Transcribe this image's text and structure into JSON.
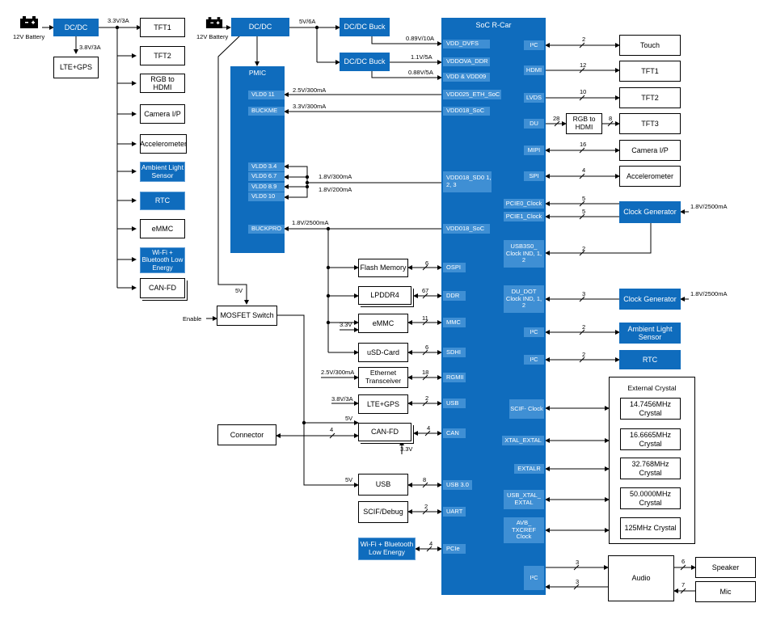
{
  "left": {
    "battery": "12V Battery",
    "dcdc": "DC/DC",
    "rail_main": "3.3V/3A",
    "rail_lte": "3.8V/3A",
    "lte_gps": "LTE+GPS",
    "peripherals": [
      "TFT1",
      "TFT2",
      "RGB to HDMI",
      "Camera I/P",
      "Accelerometer",
      "Ambient Light Sensor",
      "RTC",
      "eMMC",
      "Wi-Fi + Bluetooth Low Energy",
      "CAN-FD"
    ]
  },
  "main": {
    "battery": "12V Battery",
    "dcdc": "DC/DC",
    "rail_5v6a": "5V/6A",
    "buck1": "DC/DC Buck",
    "buck2": "DC/DC Buck",
    "pmic": {
      "title": "PMIC",
      "vldo11": "VLD0 11",
      "buckme": "BUCKME",
      "vldo34": "VLD0 3.4",
      "vldo67": "VLD0 6.7",
      "vldo89": "VLD0 8.9",
      "vldo10": "VLD0 10",
      "buckpro": "BUCKPRO"
    },
    "mosfet": "MOSFET Switch",
    "enable": "Enable",
    "v5": "5V",
    "connector": "Connector",
    "rails": {
      "r089": "0.89V/10A",
      "r11": "1.1V/5A",
      "r088": "0.88V/5A",
      "r25": "2.5V/300mA",
      "r33": "3.3V/300mA",
      "r18_300": "1.8V/300mA",
      "r18_200": "1.8V/200mA",
      "r18_2500": "1.8V/2500mA",
      "eth_rail": "2.5V/300mA",
      "lte_rail": "3.8V/3A",
      "emmc_rail": "3.3V",
      "can_5v": "5V",
      "can_33v": "3.3V",
      "usb_5v": "5V"
    },
    "devices": {
      "flash": "Flash Memory",
      "lpddr4": "LPDDR4",
      "emmc": "eMMC",
      "usd": "uSD-Card",
      "eth": "Ethernet Transceiver",
      "lte": "LTE+GPS",
      "canfd": "CAN-FD",
      "usb": "USB",
      "scif": "SCIF/Debug",
      "wifi": "Wi-Fi + Bluetooth Low Energy"
    },
    "widths": {
      "flash": "6",
      "lpddr4": "67",
      "emmc": "11",
      "usd": "6",
      "eth": "18",
      "lte": "2",
      "can": "4",
      "can_conn": "4",
      "usb": "8",
      "scif": "2",
      "wifi": "4"
    }
  },
  "soc": {
    "title": "SoC R-Car",
    "left_pins": {
      "vdd_dvfs": "VDD_DVFS",
      "vddova_ddr": "VDDOVA_DDR",
      "vdd_vdd09": "VDD & VDD09",
      "vdd025": "VDD025_ETH_SoC",
      "vdd018_1": "VDD018_SoC",
      "vdd018_sd0": "VDD018_SD0 1, 2, 3",
      "vdd018_2": "VDD018_SoC",
      "ospi": "OSPI",
      "ddr": "DDR",
      "mmc": "MMC",
      "sdhi": "SDHI",
      "rgmii": "RGMII",
      "usb": "USB",
      "can": "CAN",
      "usb30": "USB 3.0",
      "uart": "UART",
      "pcie": "PCIe"
    },
    "right_pins": {
      "i2c1": "I²C",
      "hdmi": "HDMI",
      "lvds": "LVDS",
      "du": "DU",
      "mipi": "MIPI",
      "spi": "SPI",
      "pcie0": "PCIE0_Clock",
      "pcie1": "PCIE1_Clock",
      "usb3s0": "USB3S0_ Clock IND, 1, 2",
      "du_dot": "DU_DOT Clock IND, 1, 2",
      "i2c2": "I²C",
      "i2c3": "I²C",
      "scif_clk": "SCIF- Clock",
      "xtal": "XTAL_EXTAL",
      "extalr": "EXTALR",
      "usb_xtal": "USB_XTAL_ EXTAL",
      "avb": "AVB_ TXCREF Clock",
      "i2c4": "I²C"
    }
  },
  "right": {
    "touch": "Touch",
    "tft1": "TFT1",
    "tft2": "TFT2",
    "rgb": "RGB to HDMI",
    "tft3": "TFT3",
    "camera": "Camera I/P",
    "accel": "Accelerometer",
    "clkgen1": "Clock Generator",
    "clkgen2": "Clock Generator",
    "clk_rail1": "1.8V/2500mA",
    "clk_rail2": "1.8V/2500mA",
    "ambient": "Ambient Light Sensor",
    "rtc": "RTC",
    "ext_title": "External Crystal",
    "crystals": [
      "14.7456MHz Crystal",
      "16.6665MHz Crystal",
      "32.768MHz Crystal",
      "50.0000MHz Crystal",
      "125MHz Crystal"
    ],
    "audio": "Audio",
    "speaker": "Speaker",
    "mic": "Mic",
    "widths": {
      "touch": "2",
      "hdmi": "12",
      "lvds": "10",
      "du": "28",
      "rgb_out": "8",
      "mipi": "16",
      "spi": "4",
      "pcie0": "5",
      "pcie1": "5",
      "usb3s0": "2",
      "dudot": "3",
      "i2c2": "2",
      "i2c3": "2",
      "audio1": "3",
      "audio2": "3",
      "speaker": "6",
      "mic": "7"
    }
  }
}
